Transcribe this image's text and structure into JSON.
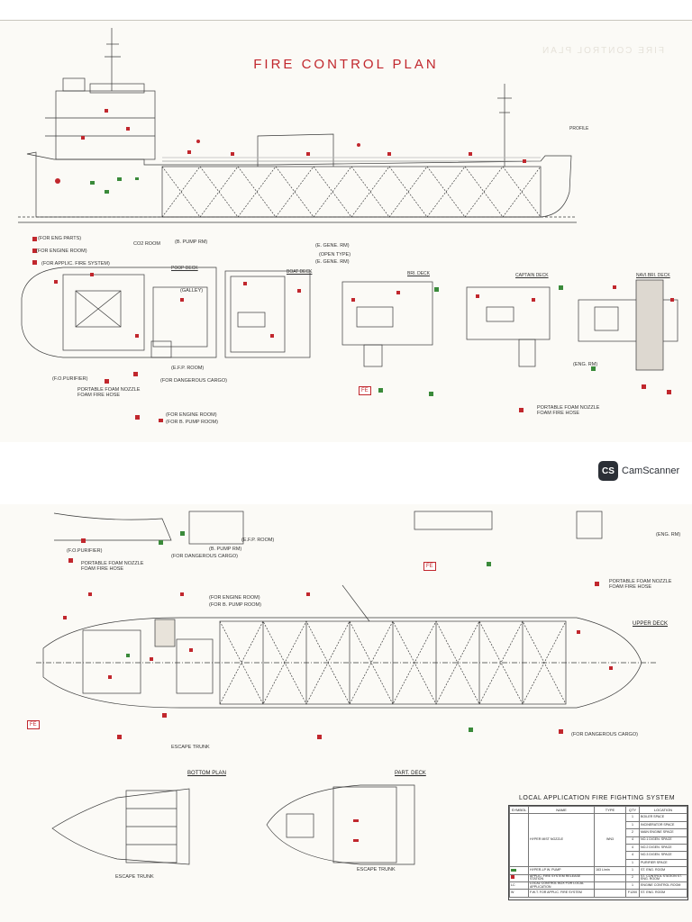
{
  "title": "FIRE CONTROL PLAN",
  "title_ghost": "FIRE CONTROL PLAN",
  "colors": {
    "fire_red": "#c1272d",
    "line": "#3a3a3a",
    "green": "#3a8a3a",
    "paper": "#fbfaf6"
  },
  "profile_label": "PROFILE",
  "top_labels": {
    "co2_room": "CO2 ROOM",
    "b_pump_rm": "(B. PUMP RM)",
    "e_gene_rm_1": "(E. GENE. RM)",
    "open_type": "(OPEN TYPE)",
    "e_gene_rm_2": "(E. GENE. RM)",
    "galley": "(GALLEY)",
    "efp_room": "(E.F.P. ROOM)",
    "fo_purifier": "(F.O.PURIFIER)",
    "eng_rm": "(ENG. RM)",
    "for_engine_room": "(FOR ENGINE ROOM)",
    "for_b_pump_room": "(FOR B. PUMP ROOM)",
    "for_dangerous_cargo": "(FOR DANGEROUS CARGO)",
    "for_eng_parts": "(FOR ENG PARTS)",
    "for_applic": "(FOR APPLIC. FIRE SYSTEM)",
    "portable_foam": "PORTABLE FOAM NOZZLE",
    "foam_fire_hose": "FOAM FIRE HOSE",
    "fe": "FE"
  },
  "decks": [
    "POOP DECK",
    "BOAT DECK",
    "BRI. DECK",
    "CAPTAIN DECK",
    "NAVI.BRI. DECK"
  ],
  "bottom_labels": {
    "fo_purifier": "(F.O.PURIFIER)",
    "efp_room": "(E.F.P. ROOM)",
    "b_pump_rm": "(B. PUMP RM)",
    "for_dangerous_cargo": "(FOR DANGEROUS CARGO)",
    "eng_rm": "(ENG. RM)",
    "portable_foam": "PORTABLE FOAM NOZZLE",
    "foam_fire_hose": "FOAM FIRE HOSE",
    "for_engine_room": "(FOR ENGINE ROOM)",
    "for_b_pump_room": "(FOR B. PUMP ROOM)",
    "upper_deck": "UPPER DECK",
    "escape_trunk": "ESCAPE TRUNK",
    "for_dangerous_cargo_2": "(FOR DANGEROUS CARGO)",
    "bottom_plan": "BOTTOM PLAN",
    "part_deck": "PART. DECK",
    "escape_trunk_2": "ESCAPE TRUNK",
    "escape_trunk_3": "ESCAPE TRUNK",
    "fe": "FE"
  },
  "scanner": {
    "logo": "CS",
    "name": "CamScanner"
  },
  "lafs": {
    "title": "LOCAL APPLICATION FIRE FIGHTING SYSTEM",
    "headers": [
      "SYMBOL",
      "NAME",
      "TYPE",
      "QTY",
      "LOCATION"
    ],
    "main_name": "HYPER MIST NOZZLE",
    "main_type": "WN3",
    "locations": [
      [
        "1",
        "BOILER SPACE"
      ],
      [
        "1",
        "INCINERATOR SPACE"
      ],
      [
        "2",
        "MAIN ENGINE SPACE"
      ],
      [
        "4",
        "NO.1 D/GEN. SPACE"
      ],
      [
        "4",
        "NO.2 D/GEN. SPACE"
      ],
      [
        "4",
        "NO.3 D/GEN. SPACE"
      ],
      [
        "1",
        "PURIFIER SPACE"
      ]
    ],
    "extra_rows": [
      [
        "HYPER-LP W. PUMP",
        "163 L/min",
        "1",
        "ST. ENG. ROOM"
      ],
      [
        "APPLIC. FIRE SYSTEM RELEASE STATION",
        "",
        "2",
        "ST. CONTROL STATION ST. ENG. ROOM"
      ],
      [
        "LOCAL CONTROL BOX FOR LOCAL APPLICATION",
        "",
        "1",
        "ENGINE CONTROL ROOM"
      ],
      [
        "F.W.T. FOR APPLIC. FIRE SYSTEM",
        "",
        "F1200",
        "ST. ENG. ROOM"
      ]
    ]
  }
}
